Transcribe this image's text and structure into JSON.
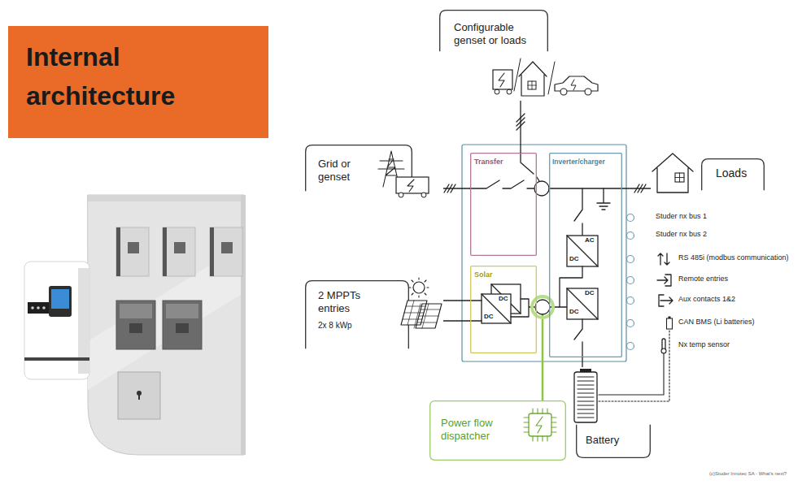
{
  "diagram": {
    "title": "Internal architecture",
    "nodes": [
      {
        "text": [
          "Configurable genset or loads"
        ]
      },
      {
        "text": [
          "Grid or genset"
        ]
      },
      {
        "text": [
          "Transfer"
        ]
      },
      {
        "text": [
          "Inverter/charger"
        ]
      },
      {
        "text": [
          "Loads"
        ]
      },
      {
        "text": [
          "2 MPPTs entries",
          "2x 8 kWp"
        ]
      },
      {
        "text": [
          "Solar"
        ]
      },
      {
        "text": [
          "Power flow dispatcher"
        ]
      },
      {
        "text": [
          "Battery"
        ]
      }
    ],
    "edges": [
      {
        "from": 0,
        "to": 2,
        "arrow": "none"
      },
      {
        "from": 1,
        "to": 2,
        "arrow": "none"
      },
      {
        "from": 3,
        "to": 4,
        "arrow": "none"
      },
      {
        "from": 5,
        "to": 6,
        "arrow": "none"
      },
      {
        "from": 5,
        "to": 6,
        "arrow": "none"
      },
      {
        "from": 6,
        "to": 7,
        "arrow": "none"
      },
      {
        "from": 3,
        "to": 8,
        "arrow": "none"
      }
    ],
    "labels": [
      "Studer nx bus 1",
      "Studer nx bus 2",
      "RS 485i (modbus communication)",
      "Remote entries",
      "Aux contacts 1&2",
      "CAN BMS (Li batteries)",
      "Nx temp sensor",
      "AC",
      "DC",
      "DC",
      "DC",
      "DC",
      "DC",
      "(c)Studer Innotec SA - What's next?"
    ]
  }
}
